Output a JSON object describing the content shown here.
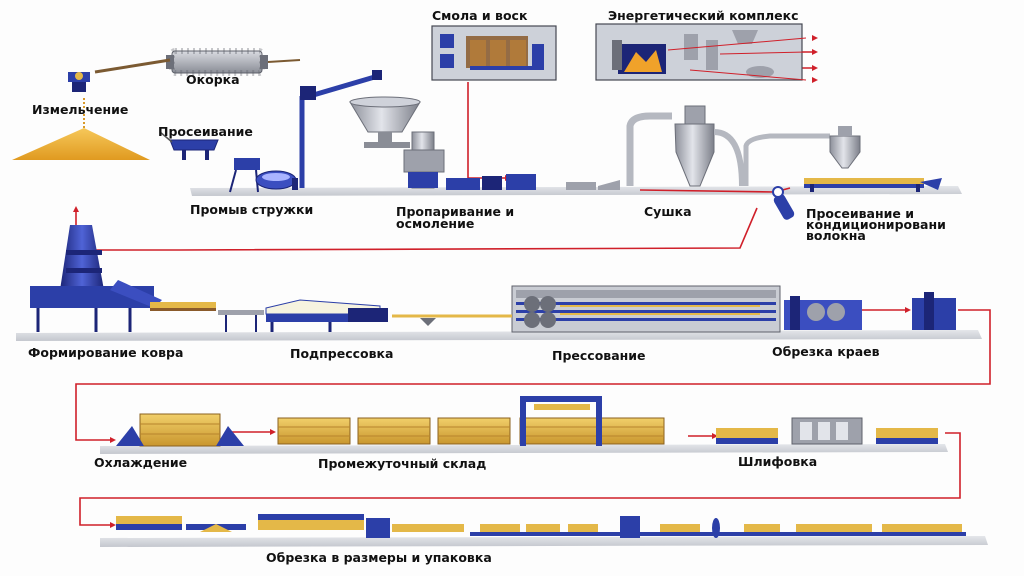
{
  "labels": {
    "okorka": "Окорка",
    "izmelchenie": "Измельчение",
    "proseivanie": "Просеивание",
    "promyv": "Промыв стружки",
    "smola": "Смола и воск",
    "energy": "Энергетический комплекс",
    "proparivanie_1": "Пропаривание и",
    "proparivanie_2": "осмоление",
    "sushka": "Сушка",
    "konditsionirovanie_1": "Просеивание и",
    "konditsionirovanie_2": "кондиционировани",
    "konditsionirovanie_3": "волокна",
    "formirovanie": "Формирование ковра",
    "podpressovka": "Подпрессовка",
    "pressovanie": "Прессование",
    "obrezka_kraev": "Обрезка краев",
    "okhlazhdenie": "Охлаждение",
    "sklad": "Промежуточный склад",
    "shlifovka": "Шлифовка",
    "upakovka": "Обрезка в размеры и упаковка"
  },
  "colors": {
    "flow_line": "#d0202a",
    "machine_blue": "#2c3fa8",
    "machine_dark": "#1c2577",
    "steel": "#a9abb3",
    "board_yellow": "#e4b848",
    "chips_yellow": "#f0b43a",
    "floor_gray": "#cfd2d8"
  },
  "icons": [
    "debarker-drum",
    "chip-pile",
    "screen",
    "washer",
    "steam-hopper",
    "resin-tanks",
    "boiler-plant",
    "cyclone",
    "forming-station",
    "prepress",
    "hot-press",
    "saw",
    "cooler",
    "storage-stack",
    "sander",
    "cut-to-size-line"
  ]
}
